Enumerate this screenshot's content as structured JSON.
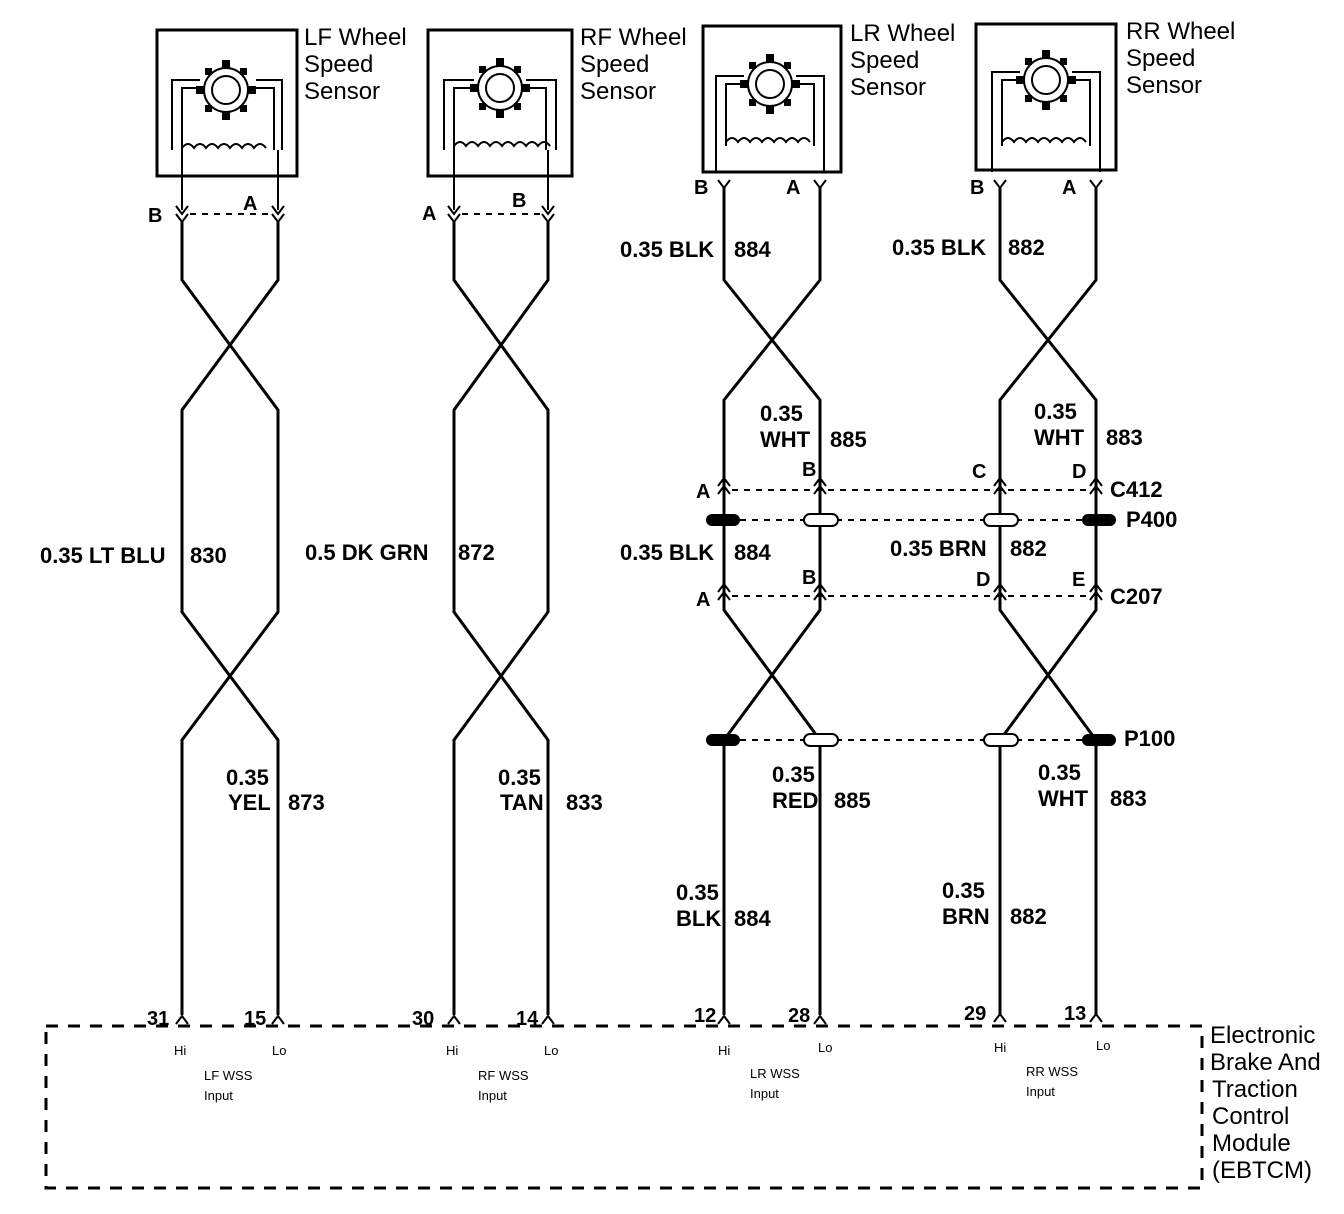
{
  "sensors": [
    {
      "title": [
        "LF Wheel",
        "Speed",
        "Sensor"
      ],
      "pin_left": "B",
      "pin_right": "A"
    },
    {
      "title": [
        "RF Wheel",
        "Speed",
        "Sensor"
      ],
      "pin_left": "A",
      "pin_right": "B"
    },
    {
      "title": [
        "LR Wheel",
        "Speed",
        "Sensor"
      ],
      "pin_left": "B",
      "pin_right": "A"
    },
    {
      "title": [
        "RR Wheel",
        "Speed",
        "Sensor"
      ],
      "pin_left": "B",
      "pin_right": "A"
    }
  ],
  "wire_labels": {
    "lf_upper": {
      "size": "0.35 LT BLU",
      "circuit": "830"
    },
    "lf_lower": {
      "size": "0.35",
      "color": "YEL",
      "circuit": "873"
    },
    "rf_upper": {
      "size": "0.5 DK GRN",
      "circuit": "872"
    },
    "rf_lower": {
      "size": "0.35",
      "color": "TAN",
      "circuit": "833"
    },
    "lr_top": {
      "size": "0.35 BLK",
      "circuit": "884"
    },
    "lr_wht": {
      "size": "0.35",
      "color": "WHT",
      "circuit": "885"
    },
    "lr_mid": {
      "size": "0.35 BLK",
      "circuit": "884"
    },
    "lr_red": {
      "size": "0.35",
      "color": "RED",
      "circuit": "885"
    },
    "lr_blk_low": {
      "size": "0.35",
      "color": "BLK",
      "circuit": "884"
    },
    "rr_top": {
      "size": "0.35 BLK",
      "circuit": "882"
    },
    "rr_wht": {
      "size": "0.35",
      "color": "WHT",
      "circuit": "883"
    },
    "rr_mid": {
      "size": "0.35 BRN",
      "circuit": "882"
    },
    "rr_wht_low": {
      "size": "0.35",
      "color": "WHT",
      "circuit": "883"
    },
    "rr_brn_low": {
      "size": "0.35",
      "color": "BRN",
      "circuit": "882"
    }
  },
  "connectors": {
    "c412": {
      "name": "C412",
      "pins": [
        "A",
        "B",
        "C",
        "D"
      ]
    },
    "p400": {
      "name": "P400"
    },
    "c207": {
      "name": "C207",
      "pins": [
        "A",
        "B",
        "D",
        "E"
      ]
    },
    "p100": {
      "name": "P100"
    }
  },
  "module": {
    "title": [
      "Electronic",
      "Brake And",
      "Traction",
      "Control",
      "Module",
      "(EBTCM)"
    ],
    "inputs": [
      {
        "hi_pin": "31",
        "lo_pin": "15",
        "name": [
          "LF WSS",
          "Input"
        ]
      },
      {
        "hi_pin": "30",
        "lo_pin": "14",
        "name": [
          "RF WSS",
          "Input"
        ]
      },
      {
        "hi_pin": "12",
        "lo_pin": "28",
        "name": [
          "LR WSS",
          "Input"
        ]
      },
      {
        "hi_pin": "29",
        "lo_pin": "13",
        "name": [
          "RR WSS",
          "Input"
        ]
      }
    ],
    "hi_label": "Hi",
    "lo_label": "Lo"
  }
}
